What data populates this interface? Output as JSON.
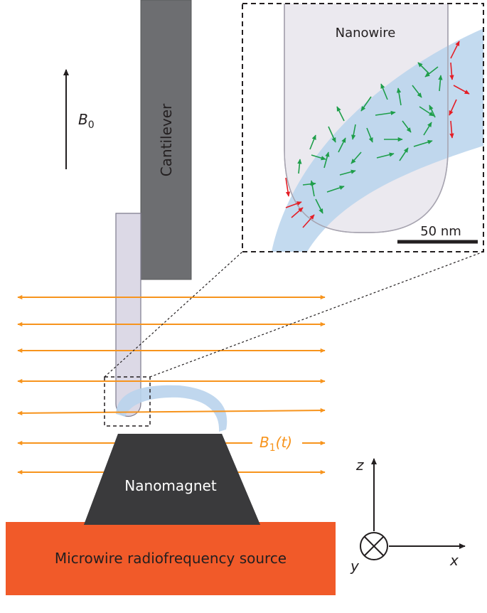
{
  "labels": {
    "b0": "B",
    "b0_sub": "0",
    "cantilever": "Cantilever",
    "nanowire": "Nanowire",
    "scale_bar": "50 nm",
    "b1": "B",
    "b1_sub": "1",
    "b1_arg": "(t)",
    "nanomagnet": "Nanomagnet",
    "rf_source": "Microwire radiofrequency source",
    "axis_z": "z",
    "axis_x": "x",
    "axis_y": "y"
  },
  "colors": {
    "cantilever": "#6d6e71",
    "nanowire": "#dcd9e6",
    "nanomagnet": "#3a3a3c",
    "rf_source": "#f15a29",
    "rf_field": "#f7941d",
    "resonance_shell": "#b9d3ec",
    "spin_resonant": "#1e9e4a",
    "spin_off_resonant": "#e41e26",
    "text_dark": "#231f20"
  },
  "icons": {
    "axis_y": "circled-cross-icon"
  }
}
